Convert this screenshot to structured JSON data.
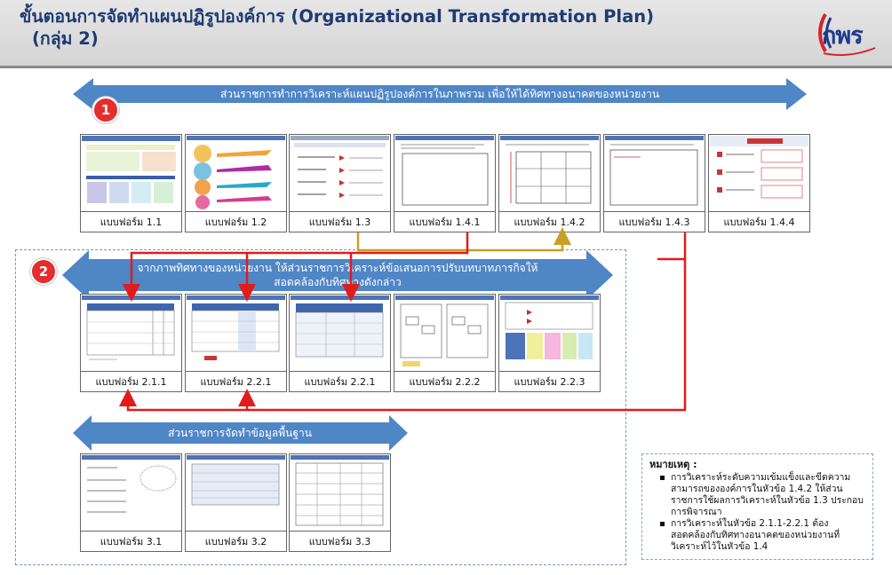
{
  "header": {
    "title_line1": "ขั้นตอนการจัดทำแผนปฏิรูปองค์การ (Organizational Transformation Plan)",
    "title_line2": "(กลุ่ม 2)",
    "logo_text": "กพร"
  },
  "steps": {
    "step1": {
      "number": "1",
      "text": "ส่วนราชการทำการวิเคราะห์แผนปฏิรูปองค์การในภาพรวม เพื่อให้ได้ทิศทางอนาคตของหน่วยงาน"
    },
    "step2": {
      "number": "2",
      "text_line1": "จากภาพทิศทางของหน่วยงาน ให้ส่วนราชการวิเคราะห์ข้อเสนอการปรับบทบาทภารกิจให้",
      "text_line2": "สอดคล้องกับทิศทางดังกล่าว"
    },
    "step3": {
      "text": "ส่วนราชการจัดทำข้อมูลพื้นฐาน"
    }
  },
  "forms_row1": [
    "แบบฟอร์ม 1.1",
    "แบบฟอร์ม 1.2",
    "แบบฟอร์ม 1.3",
    "แบบฟอร์ม 1.4.1",
    "แบบฟอร์ม 1.4.2",
    "แบบฟอร์ม 1.4.3",
    "แบบฟอร์ม 1.4.4"
  ],
  "forms_row2": [
    "แบบฟอร์ม 2.1.1",
    "แบบฟอร์ม 2.2.1",
    "แบบฟอร์ม 2.2.1",
    "แบบฟอร์ม 2.2.2",
    "แบบฟอร์ม 2.2.3"
  ],
  "forms_row3": [
    "แบบฟอร์ม 3.1",
    "แบบฟอร์ม 3.2",
    "แบบฟอร์ม 3.3"
  ],
  "note": {
    "title": "หมายเหตุ :",
    "items": [
      "การวิเคราะห์ระดับความเข้มแข็งและขีดความสามารถขององค์การในหัวข้อ 1.4.2 ให้ส่วนราชการใช้ผลการวิเคราะห์ในหัวข้อ 1.3 ประกอบการพิจารณา",
      "การวิเคราะห์ในหัวข้อ 2.1.1-2.2.1 ต้องสอดคล้องกับทิศทางอนาคตของหน่วยงานที่วิเคราะห์ไว้ในหัวข้อ 1.4"
    ]
  },
  "colors": {
    "arrow_blue": "#4f86c6",
    "badge_red": "#e52d2d",
    "connector_red": "#e21b1b",
    "connector_gold": "#c8a025",
    "title_navy": "#1f3b73"
  }
}
